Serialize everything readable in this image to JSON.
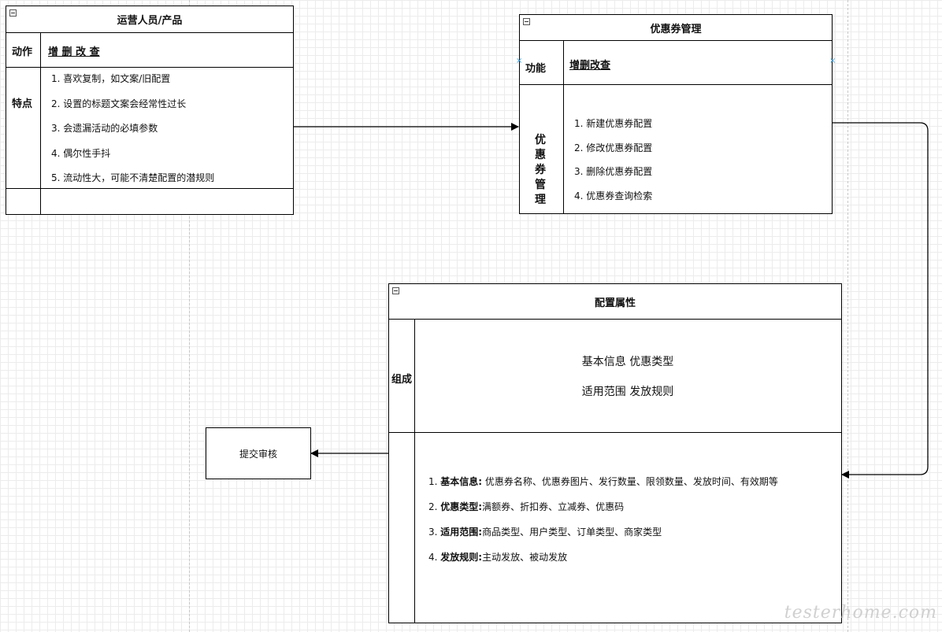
{
  "ops_box": {
    "title": "运营人员/产品",
    "action_label": "动作",
    "action_value": "增 删 改 查",
    "feature_label": "特点",
    "features": [
      "1. 喜欢复制，如文案/旧配置",
      "2. 设置的标题文案会经常性过长",
      "3. 会遗漏活动的必填参数",
      "4. 偶尔性手抖",
      "5. 流动性大，可能不清楚配置的潜规则"
    ]
  },
  "coupon_box": {
    "title": "优惠券管理",
    "func_label": "功能",
    "func_value": "增删改查",
    "side_label": [
      "优",
      "惠",
      "券",
      "管",
      "理"
    ],
    "items": [
      "1. 新建优惠券配置",
      "2. 修改优惠券配置",
      "3. 删除优惠券配置",
      "4. 优惠券查询检索"
    ]
  },
  "config_box": {
    "title": "配置属性",
    "compose_label": "组成",
    "compose_line1": "基本信息   优惠类型",
    "compose_line2": "适用范围     发放规则",
    "details": [
      {
        "num": "1.",
        "key": "基本信息:",
        "value": "  优惠券名称、优惠券图片、发行数量、限领数量、发放时间、有效期等"
      },
      {
        "num": "2.",
        "key": "优惠类型:",
        "value": "满额券、折扣券、立减券、优惠码"
      },
      {
        "num": "3.",
        "key": "适用范围:",
        "value": "商品类型、用户类型、订单类型、商家类型"
      },
      {
        "num": "4.",
        "key": "发放规则:",
        "value": "主动发放、被动发放"
      }
    ]
  },
  "submit_box": {
    "label": "提交审核"
  },
  "watermark": "testerhome.com"
}
